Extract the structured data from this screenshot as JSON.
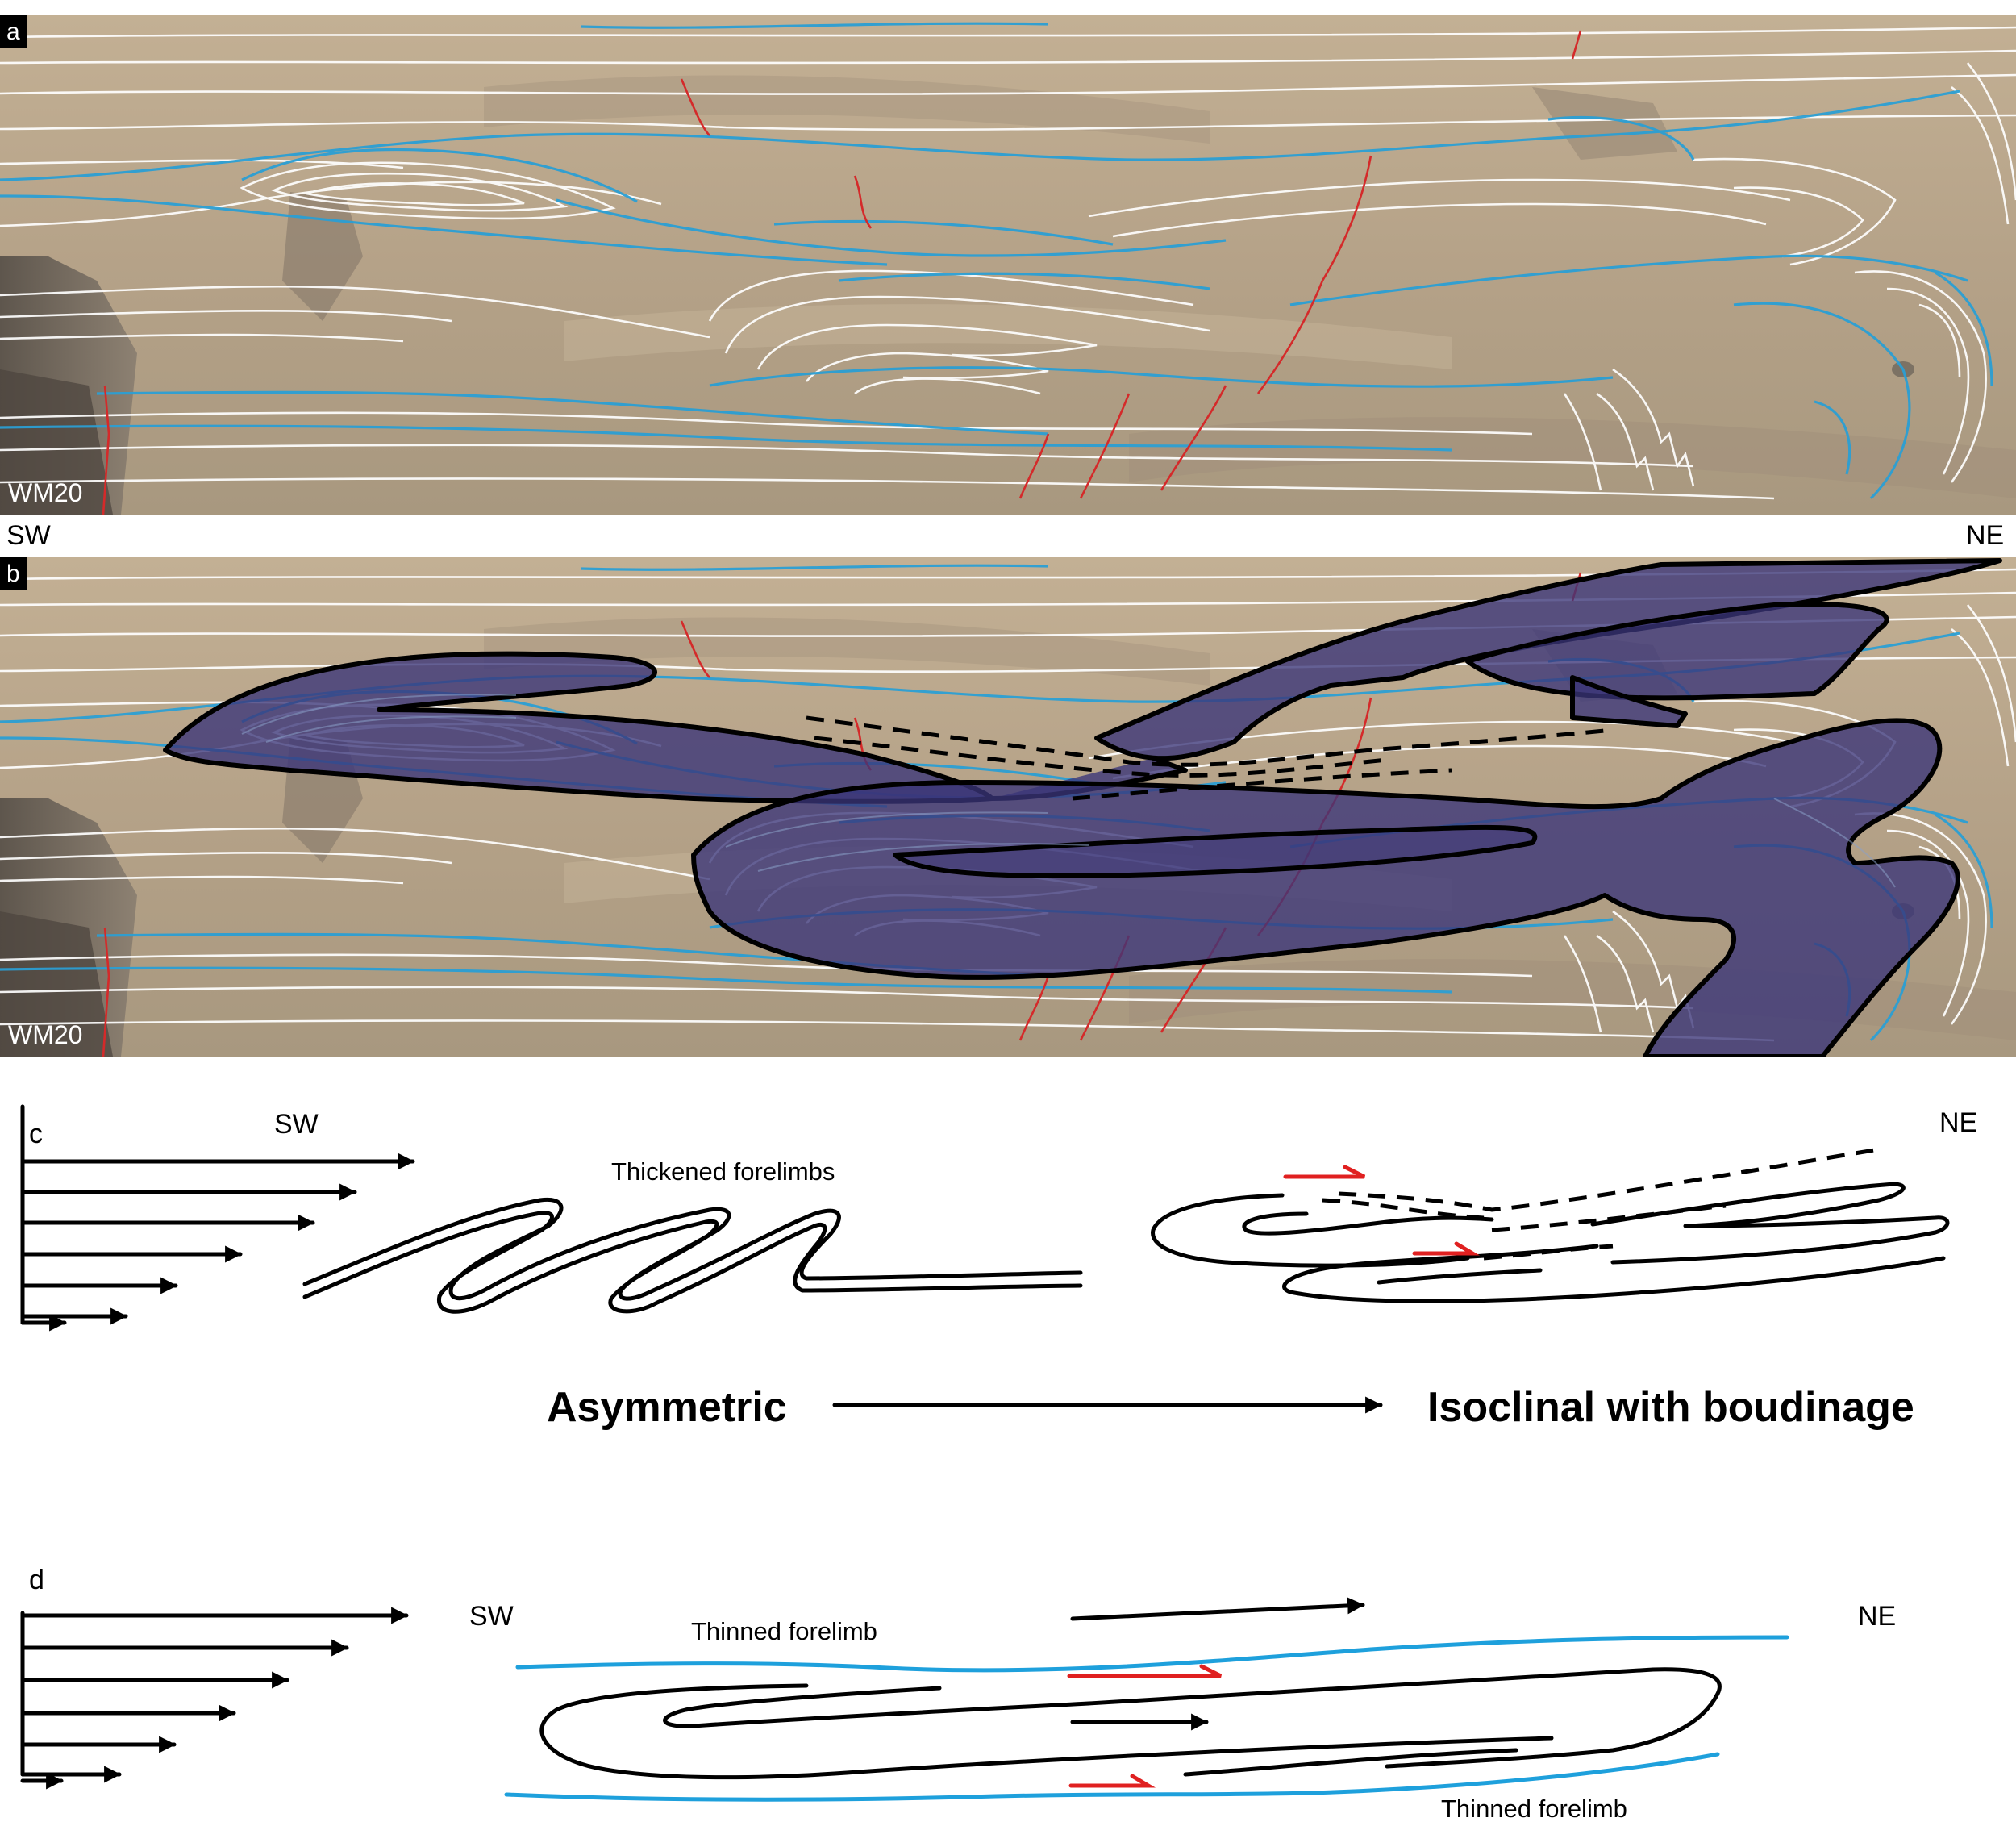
{
  "panels": {
    "a": {
      "letter": "a",
      "photo_id": "WM20"
    },
    "b": {
      "letter": "b",
      "photo_id": "WM20"
    },
    "c": {
      "letter": "c",
      "sw": "SW",
      "ne": "NE",
      "thickened": "Thickened forelimbs",
      "asymmetric": "Asymmetric",
      "isoclinal": "Isoclinal with boudinage"
    },
    "d": {
      "letter": "d",
      "sw": "SW",
      "ne": "NE",
      "thinned_upper": "Thinned forelimb",
      "thinned_lower": "Thinned forelimb"
    }
  },
  "photo_orientation": {
    "sw": "SW",
    "ne": "NE"
  },
  "colors": {
    "rock": "#b9a58a",
    "bedding_trace": "#ffffff",
    "fold_boundary": "#2b9fd4",
    "fault": "#d42a2a",
    "highlighted_unit": "#3a3478",
    "shear_sense": "#e02020",
    "thinned_limb": "#1ea0dc"
  }
}
